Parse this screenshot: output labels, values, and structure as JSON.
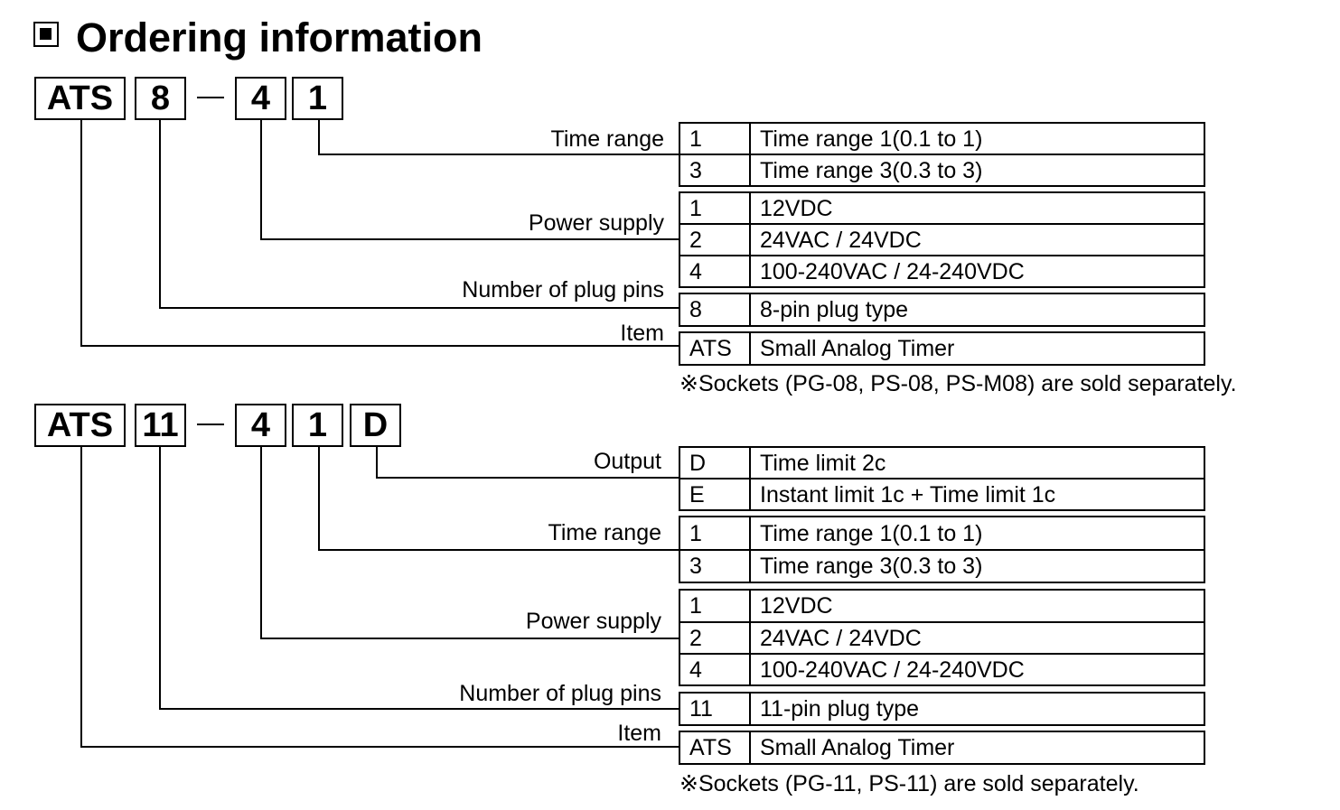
{
  "heading": {
    "icon": "square-bullet-icon",
    "title": "Ordering information"
  },
  "section1": {
    "codes": [
      "ATS",
      "8",
      "4",
      "1"
    ],
    "groups": [
      {
        "label": "Time range",
        "options": [
          {
            "code": "1",
            "desc": "Time range 1(0.1 to 1)"
          },
          {
            "code": "3",
            "desc": "Time range 3(0.3 to 3)"
          }
        ]
      },
      {
        "label": "Power supply",
        "options": [
          {
            "code": "1",
            "desc": "12VDC"
          },
          {
            "code": "2",
            "desc": "24VAC / 24VDC"
          },
          {
            "code": "4",
            "desc": "100-240VAC / 24-240VDC"
          }
        ]
      },
      {
        "label": "Number of plug pins",
        "options": [
          {
            "code": "8",
            "desc": "8-pin plug type"
          }
        ]
      },
      {
        "label": "Item",
        "options": [
          {
            "code": "ATS",
            "desc": "Small Analog Timer"
          }
        ]
      }
    ],
    "note": "※Sockets (PG-08, PS-08, PS-M08) are sold separately."
  },
  "section2": {
    "codes": [
      "ATS",
      "11",
      "4",
      "1",
      "D"
    ],
    "groups": [
      {
        "label": "Output",
        "options": [
          {
            "code": "D",
            "desc": "Time limit 2c"
          },
          {
            "code": "E",
            "desc": "Instant limit 1c + Time limit 1c"
          }
        ]
      },
      {
        "label": "Time range",
        "options": [
          {
            "code": "1",
            "desc": "Time range 1(0.1 to 1)"
          },
          {
            "code": "3",
            "desc": "Time range 3(0.3 to 3)"
          }
        ]
      },
      {
        "label": "Power supply",
        "options": [
          {
            "code": "1",
            "desc": "12VDC"
          },
          {
            "code": "2",
            "desc": "24VAC / 24VDC"
          },
          {
            "code": "4",
            "desc": "100-240VAC / 24-240VDC"
          }
        ]
      },
      {
        "label": "Number of plug pins",
        "options": [
          {
            "code": "11",
            "desc": "11-pin plug type"
          }
        ]
      },
      {
        "label": "Item",
        "options": [
          {
            "code": "ATS",
            "desc": "Small Analog Timer"
          }
        ]
      }
    ],
    "note": "※Sockets (PG-11, PS-11) are sold separately."
  }
}
